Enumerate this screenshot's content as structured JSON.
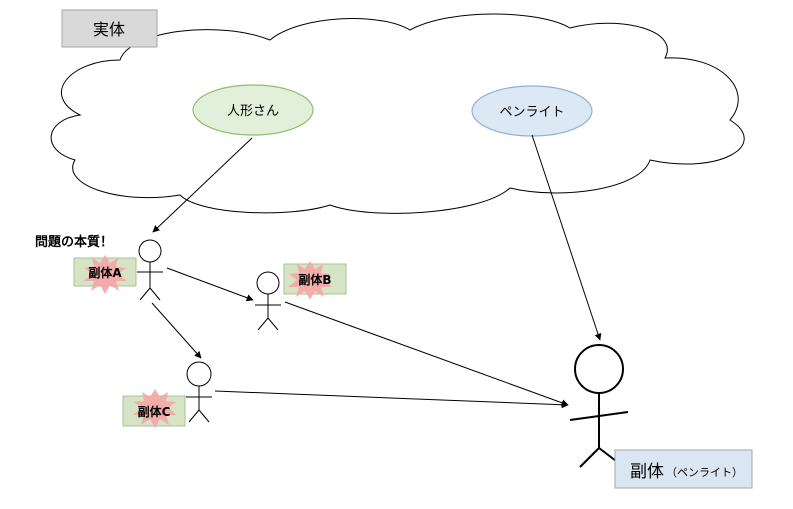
{
  "entity_label": "実体",
  "nodes": {
    "doll": "人形さん",
    "penlight": "ペンライト"
  },
  "callout": "問題の本質！",
  "subs": {
    "a": "副体A",
    "b": "副体B",
    "c": "副体C"
  },
  "main_sub": {
    "label": "副体",
    "sub": "（ペンライト）"
  },
  "colors": {
    "doll_fill": "#e2efda",
    "doll_stroke": "#8fbf6a",
    "penlight_fill": "#dde8f5",
    "penlight_stroke": "#8fb0d8",
    "label_box": "#d9d9d9",
    "sub_box": "#dbe6f3",
    "starburst": "#f6a5a5",
    "tag_fill": "#d6e3c5"
  }
}
